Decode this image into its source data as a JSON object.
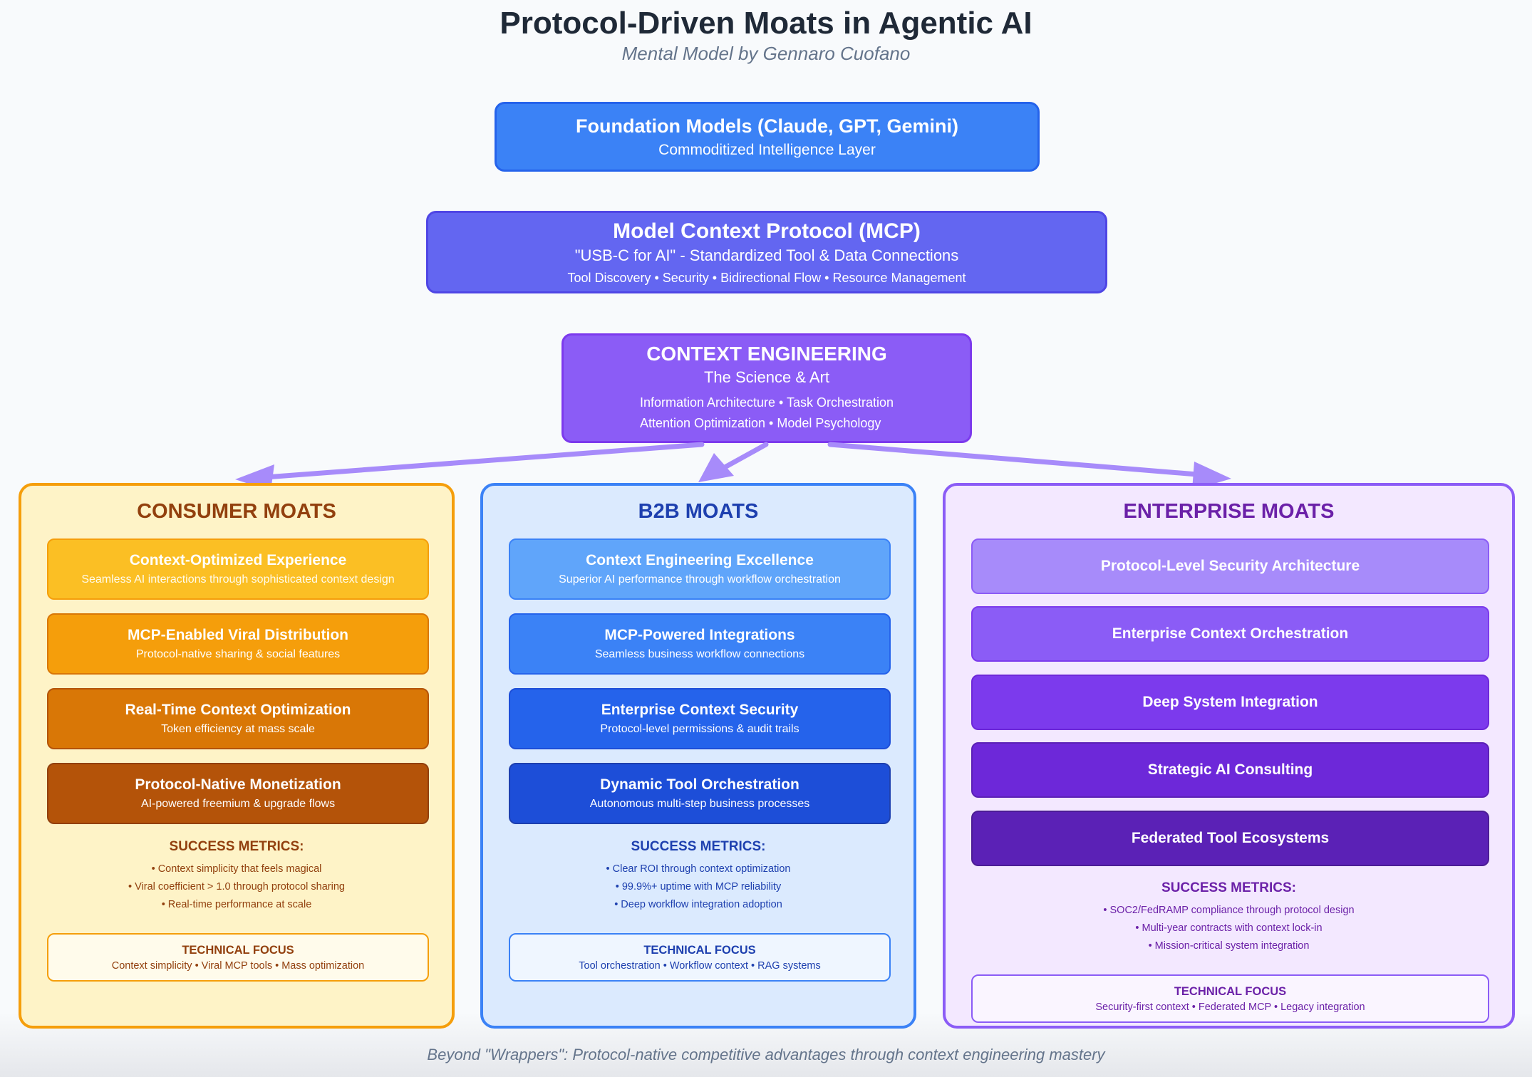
{
  "title": "Protocol-Driven Moats in Agentic AI",
  "subtitle": "Mental Model by Gennaro Cuofano",
  "foundation": {
    "heading": "Foundation Models (Claude, GPT, Gemini)",
    "sub": "Commoditized Intelligence Layer"
  },
  "mcp": {
    "heading": "Model Context Protocol (MCP)",
    "sub": "\"USB-C for AI\" - Standardized Tool & Data Connections",
    "tags": "Tool Discovery • Security • Bidirectional Flow • Resource Management"
  },
  "context": {
    "heading": "CONTEXT ENGINEERING",
    "sub": "The Science & Art",
    "line1": "Information Architecture • Task Orchestration",
    "line2": "Attention Optimization • Model Psychology"
  },
  "consumer": {
    "title": "CONSUMER MOATS",
    "cards": [
      {
        "title": "Context-Optimized Experience",
        "desc": "Seamless AI interactions through sophisticated context design"
      },
      {
        "title": "MCP-Enabled Viral Distribution",
        "desc": "Protocol-native sharing & social features"
      },
      {
        "title": "Real-Time Context Optimization",
        "desc": "Token efficiency at mass scale"
      },
      {
        "title": "Protocol-Native Monetization",
        "desc": "AI-powered freemium & upgrade flows"
      }
    ],
    "metrics_heading": "SUCCESS METRICS:",
    "metrics": [
      "• Context simplicity that feels magical",
      "• Viral coefficient > 1.0 through protocol sharing",
      "• Real-time performance at scale"
    ],
    "tech_heading": "TECHNICAL FOCUS",
    "tech_text": "Context simplicity • Viral MCP tools • Mass optimization"
  },
  "b2b": {
    "title": "B2B MOATS",
    "cards": [
      {
        "title": "Context Engineering Excellence",
        "desc": "Superior AI performance through workflow orchestration"
      },
      {
        "title": "MCP-Powered Integrations",
        "desc": "Seamless business workflow connections"
      },
      {
        "title": "Enterprise Context Security",
        "desc": "Protocol-level permissions & audit trails"
      },
      {
        "title": "Dynamic Tool Orchestration",
        "desc": "Autonomous multi-step business processes"
      }
    ],
    "metrics_heading": "SUCCESS METRICS:",
    "metrics": [
      "• Clear ROI through context optimization",
      "• 99.9%+ uptime with MCP reliability",
      "• Deep workflow integration adoption"
    ],
    "tech_heading": "TECHNICAL FOCUS",
    "tech_text": "Tool orchestration • Workflow context • RAG systems"
  },
  "enterprise": {
    "title": "ENTERPRISE MOATS",
    "cards": [
      {
        "title": "Protocol-Level Security Architecture"
      },
      {
        "title": "Enterprise Context Orchestration"
      },
      {
        "title": "Deep System Integration"
      },
      {
        "title": "Strategic AI Consulting"
      },
      {
        "title": "Federated Tool Ecosystems"
      }
    ],
    "metrics_heading": "SUCCESS METRICS:",
    "metrics": [
      "• SOC2/FedRAMP compliance through protocol design",
      "• Multi-year contracts with context lock-in",
      "• Mission-critical system integration"
    ],
    "tech_heading": "TECHNICAL FOCUS",
    "tech_text": "Security-first context • Federated MCP • Legacy integration"
  },
  "footer": "Beyond \"Wrappers\": Protocol-native competitive advantages through context engineering mastery"
}
